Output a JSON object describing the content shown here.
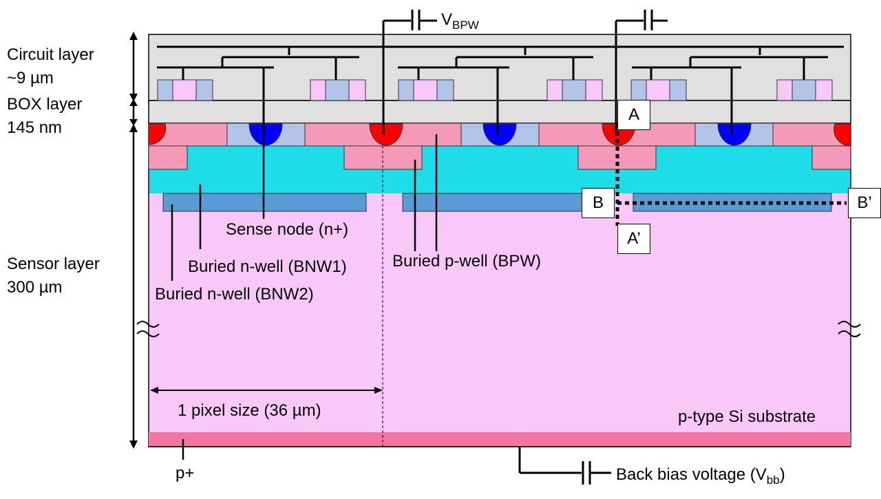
{
  "layers": {
    "circuit": {
      "line1": "Circuit layer",
      "line2": "~9 µm"
    },
    "box": {
      "line1": "BOX layer",
      "line2": "145 nm"
    },
    "sensor": {
      "line1": "Sensor layer",
      "line2": "300 µm"
    }
  },
  "voltages": {
    "bpw_main": "V",
    "bpw_sub": "BPW",
    "back_bias_main": "Back bias voltage (V",
    "back_bias_sub": "bb",
    "back_bias_close": ")"
  },
  "regions": {
    "sense_node": "Sense node (n+)",
    "bnw1": "Buried n-well (BNW1)",
    "bnw2": "Buried n-well (BNW2)",
    "bpw": "Buried p-well (BPW)",
    "pixel_size": "1 pixel size (36 µm)",
    "substrate": "p-type Si substrate",
    "p_plus": "p+"
  },
  "cut_markers": {
    "a": "A",
    "a_prime": "A’",
    "b": "B",
    "b_prime": "B’"
  },
  "colors": {
    "circuit_bg": "#e0e0e0",
    "substrate": "#f9c8f9",
    "p_plus_layer": "#f474a4",
    "p_region": "#f49ab8",
    "n_region": "#b3c4e8",
    "bnw1": "#1fdde8",
    "bnw2": "#5b9bd5",
    "n_plus": "#0000ff",
    "p_plus_implant": "#ff0000"
  }
}
